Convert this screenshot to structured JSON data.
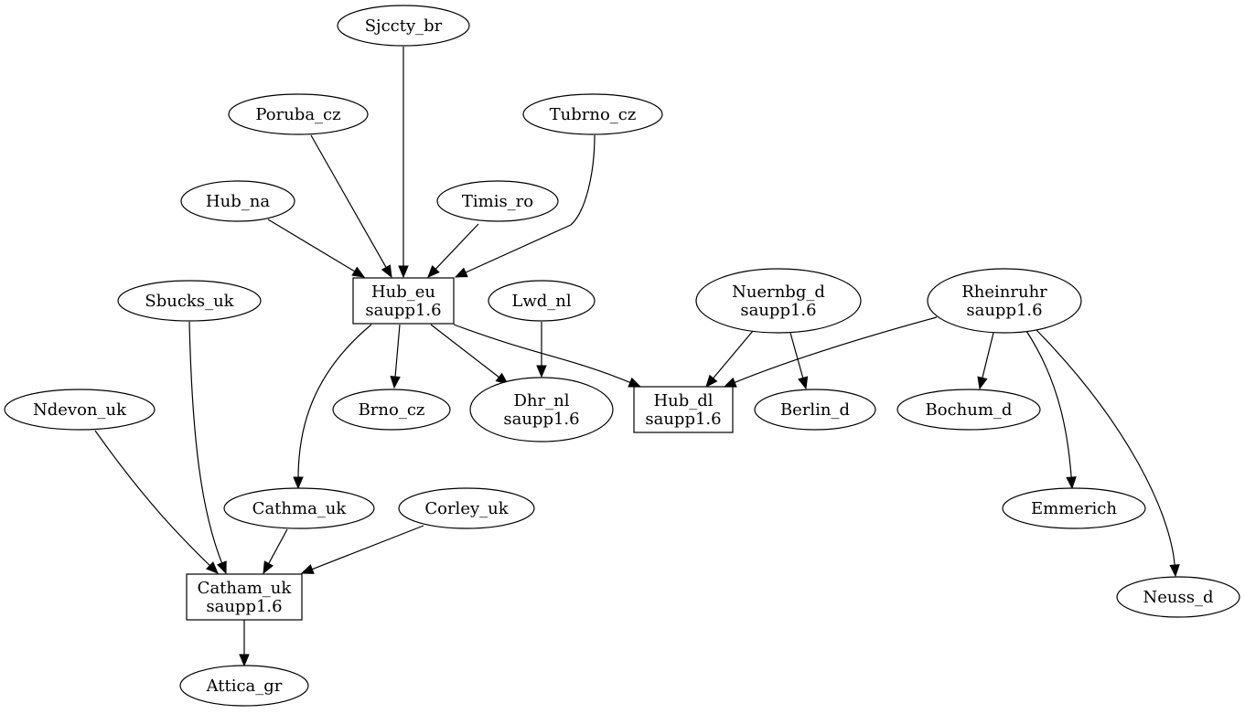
{
  "graph": {
    "nodes": [
      {
        "id": "sjccty_br",
        "lines": [
          "Sjccty_br"
        ],
        "shape": "ellipse"
      },
      {
        "id": "poruba_cz",
        "lines": [
          "Poruba_cz"
        ],
        "shape": "ellipse"
      },
      {
        "id": "tubrno_cz",
        "lines": [
          "Tubrno_cz"
        ],
        "shape": "ellipse"
      },
      {
        "id": "hub_na",
        "lines": [
          "Hub_na"
        ],
        "shape": "ellipse"
      },
      {
        "id": "timis_ro",
        "lines": [
          "Timis_ro"
        ],
        "shape": "ellipse"
      },
      {
        "id": "hub_eu",
        "lines": [
          "Hub_eu",
          "saupp1.6"
        ],
        "shape": "box"
      },
      {
        "id": "sbucks_uk",
        "lines": [
          "Sbucks_uk"
        ],
        "shape": "ellipse"
      },
      {
        "id": "lwd_nl",
        "lines": [
          "Lwd_nl"
        ],
        "shape": "ellipse"
      },
      {
        "id": "nuernbg_d",
        "lines": [
          "Nuernbg_d",
          "saupp1.6"
        ],
        "shape": "ellipse"
      },
      {
        "id": "rheinruhr",
        "lines": [
          "Rheinruhr",
          "saupp1.6"
        ],
        "shape": "ellipse"
      },
      {
        "id": "ndevon_uk",
        "lines": [
          "Ndevon_uk"
        ],
        "shape": "ellipse"
      },
      {
        "id": "brno_cz",
        "lines": [
          "Brno_cz"
        ],
        "shape": "ellipse"
      },
      {
        "id": "dhr_nl",
        "lines": [
          "Dhr_nl",
          "saupp1.6"
        ],
        "shape": "ellipse"
      },
      {
        "id": "hub_dl",
        "lines": [
          "Hub_dl",
          "saupp1.6"
        ],
        "shape": "box"
      },
      {
        "id": "berlin_d",
        "lines": [
          "Berlin_d"
        ],
        "shape": "ellipse"
      },
      {
        "id": "bochum_d",
        "lines": [
          "Bochum_d"
        ],
        "shape": "ellipse"
      },
      {
        "id": "cathma_uk",
        "lines": [
          "Cathma_uk"
        ],
        "shape": "ellipse"
      },
      {
        "id": "corley_uk",
        "lines": [
          "Corley_uk"
        ],
        "shape": "ellipse"
      },
      {
        "id": "emmerich",
        "lines": [
          "Emmerich"
        ],
        "shape": "ellipse"
      },
      {
        "id": "catham_uk",
        "lines": [
          "Catham_uk",
          "saupp1.6"
        ],
        "shape": "box"
      },
      {
        "id": "neuss_d",
        "lines": [
          "Neuss_d"
        ],
        "shape": "ellipse"
      },
      {
        "id": "attica_gr",
        "lines": [
          "Attica_gr"
        ],
        "shape": "ellipse"
      }
    ],
    "edges": [
      {
        "from": "sjccty_br",
        "to": "hub_eu"
      },
      {
        "from": "poruba_cz",
        "to": "hub_eu"
      },
      {
        "from": "tubrno_cz",
        "to": "hub_eu"
      },
      {
        "from": "hub_na",
        "to": "hub_eu"
      },
      {
        "from": "timis_ro",
        "to": "hub_eu"
      },
      {
        "from": "hub_eu",
        "to": "brno_cz"
      },
      {
        "from": "hub_eu",
        "to": "dhr_nl"
      },
      {
        "from": "hub_eu",
        "to": "hub_dl"
      },
      {
        "from": "hub_eu",
        "to": "cathma_uk"
      },
      {
        "from": "lwd_nl",
        "to": "dhr_nl"
      },
      {
        "from": "nuernbg_d",
        "to": "hub_dl"
      },
      {
        "from": "nuernbg_d",
        "to": "berlin_d"
      },
      {
        "from": "rheinruhr",
        "to": "hub_dl"
      },
      {
        "from": "rheinruhr",
        "to": "bochum_d"
      },
      {
        "from": "rheinruhr",
        "to": "emmerich"
      },
      {
        "from": "rheinruhr",
        "to": "neuss_d"
      },
      {
        "from": "sbucks_uk",
        "to": "catham_uk"
      },
      {
        "from": "ndevon_uk",
        "to": "catham_uk"
      },
      {
        "from": "cathma_uk",
        "to": "catham_uk"
      },
      {
        "from": "corley_uk",
        "to": "catham_uk"
      },
      {
        "from": "catham_uk",
        "to": "attica_gr"
      }
    ]
  }
}
